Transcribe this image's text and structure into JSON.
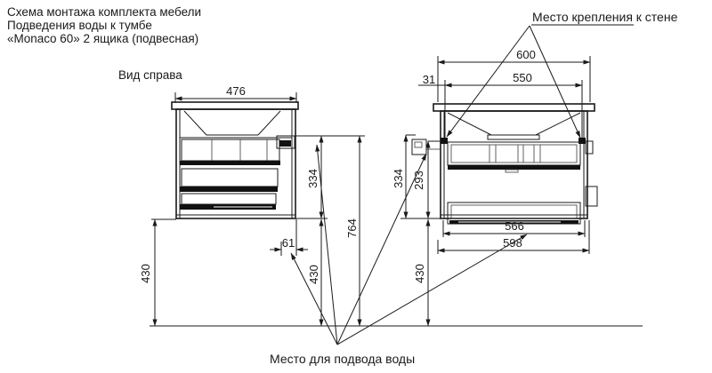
{
  "title": {
    "lines": [
      "Схема монтажа комплекта мебели",
      "Подведения воды к тумбе",
      "«Monaco 60» 2 ящика (подвесная)"
    ]
  },
  "annotations": {
    "side_view_label": "Вид справа",
    "wall_mount_label": "Место крепления к стене",
    "water_supply_label": "Место для подвода воды"
  },
  "dimensions": {
    "side_view": {
      "depth": "476",
      "bracket_to_bottom": "334",
      "bracket_to_floor": "764",
      "bottom_to_floor": "430",
      "pipe_gap": "61"
    },
    "front_view": {
      "width": "600",
      "mount_spacing": "550",
      "mount_edge_offset": "31",
      "basin_to_bottom": "334",
      "mount_to_bottom": "293",
      "bottom_to_floor": "430",
      "inner_width": "566",
      "outer_width": "598"
    }
  },
  "colors": {
    "line": "#1a1a1a",
    "background": "#ffffff"
  }
}
